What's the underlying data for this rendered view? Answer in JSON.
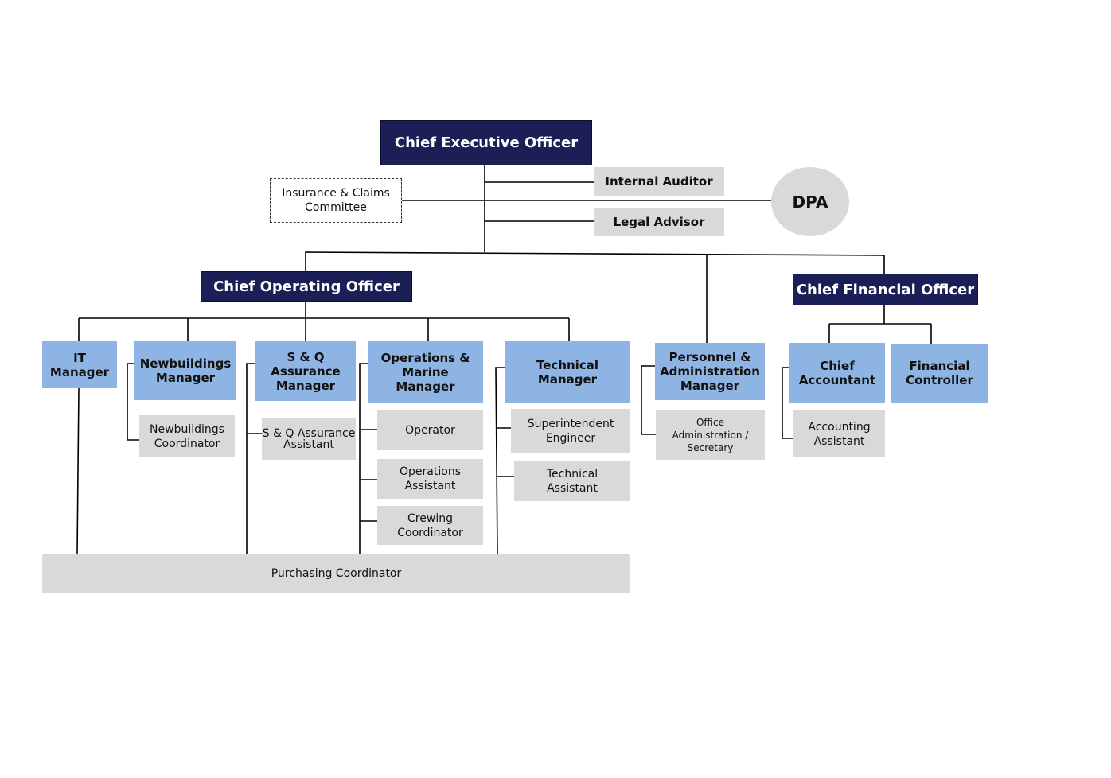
{
  "ceo": "Chief Executive Officer",
  "internal_auditor": "Internal Auditor",
  "legal_advisor": "Legal Advisor",
  "insurance_committee": "Insurance & Claims\nCommittee",
  "dpa": "DPA",
  "coo": "Chief Operating Officer",
  "cfo": "Chief Financial Officer",
  "it_manager": "IT\nManager",
  "newbuildings_manager": "Newbuildings\nManager",
  "newbuildings_coordinator": "Newbuildings\nCoordinator",
  "sq_manager": "S & Q\nAssurance\nManager",
  "sq_assistant": "S & Q Assurance\nAssistant",
  "ops_manager": "Operations &\nMarine\nManager",
  "operator": "Operator",
  "ops_assistant": "Operations\nAssistant",
  "crewing_coordinator": "Crewing\nCoordinator",
  "technical_manager": "Technical\nManager",
  "superintendent_engineer": "Superintendent\nEngineer",
  "technical_assistant": "Technical\nAssistant",
  "personnel_manager": "Personnel &\nAdministration\nManager",
  "office_admin": "Office\nAdministration /\nSecretary",
  "chief_accountant": "Chief\nAccountant",
  "accounting_assistant": "Accounting\nAssistant",
  "financial_controller": "Financial\nController",
  "purchasing_coordinator": "Purchasing Coordinator",
  "colors": {
    "navy": "#1b1f55",
    "blue": "#8eb4e3",
    "gray": "#d9d9d9",
    "line": "#000000"
  }
}
